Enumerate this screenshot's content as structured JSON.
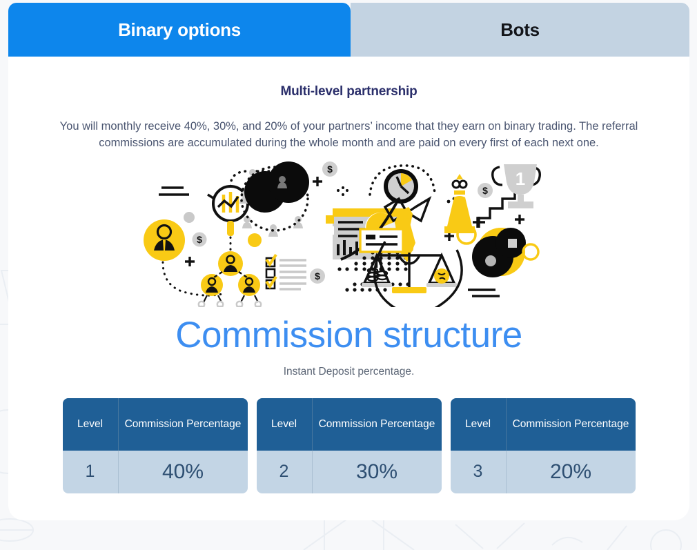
{
  "tabs": [
    {
      "label": "Binary options",
      "active": true
    },
    {
      "label": "Bots",
      "active": false
    }
  ],
  "content": {
    "section_title": "Multi-level partnership",
    "section_description": "You will monthly receive 40%, 30%, and 20% of your partners’ income that they earn on binary trading. The referral commissions are accumulated during the whole month and are paid on every first of each next one.",
    "illustration_name": "multi-level-partnership-illustration",
    "heading": "Commission structure",
    "subheading": "Instant Deposit percentage."
  },
  "tables": [
    {
      "headers": {
        "level": "Level",
        "percentage": "Commission Percentage"
      },
      "row": {
        "level": "1",
        "percentage": "40%"
      }
    },
    {
      "headers": {
        "level": "Level",
        "percentage": "Commission Percentage"
      },
      "row": {
        "level": "2",
        "percentage": "30%"
      }
    },
    {
      "headers": {
        "level": "Level",
        "percentage": "Commission Percentage"
      },
      "row": {
        "level": "3",
        "percentage": "20%"
      }
    }
  ],
  "colors": {
    "tab_active_bg": "#0d86ec",
    "tab_inactive_bg": "#c3d3e2",
    "heading_blue": "#3d8ef1",
    "title_navy": "#2b2f6b",
    "table_header_bg": "#1f5f96",
    "table_body_bg": "#c3d5e5",
    "table_value_text": "#2e4f72",
    "accent_yellow": "#f5c518",
    "page_bg": "#f7f8fa"
  }
}
